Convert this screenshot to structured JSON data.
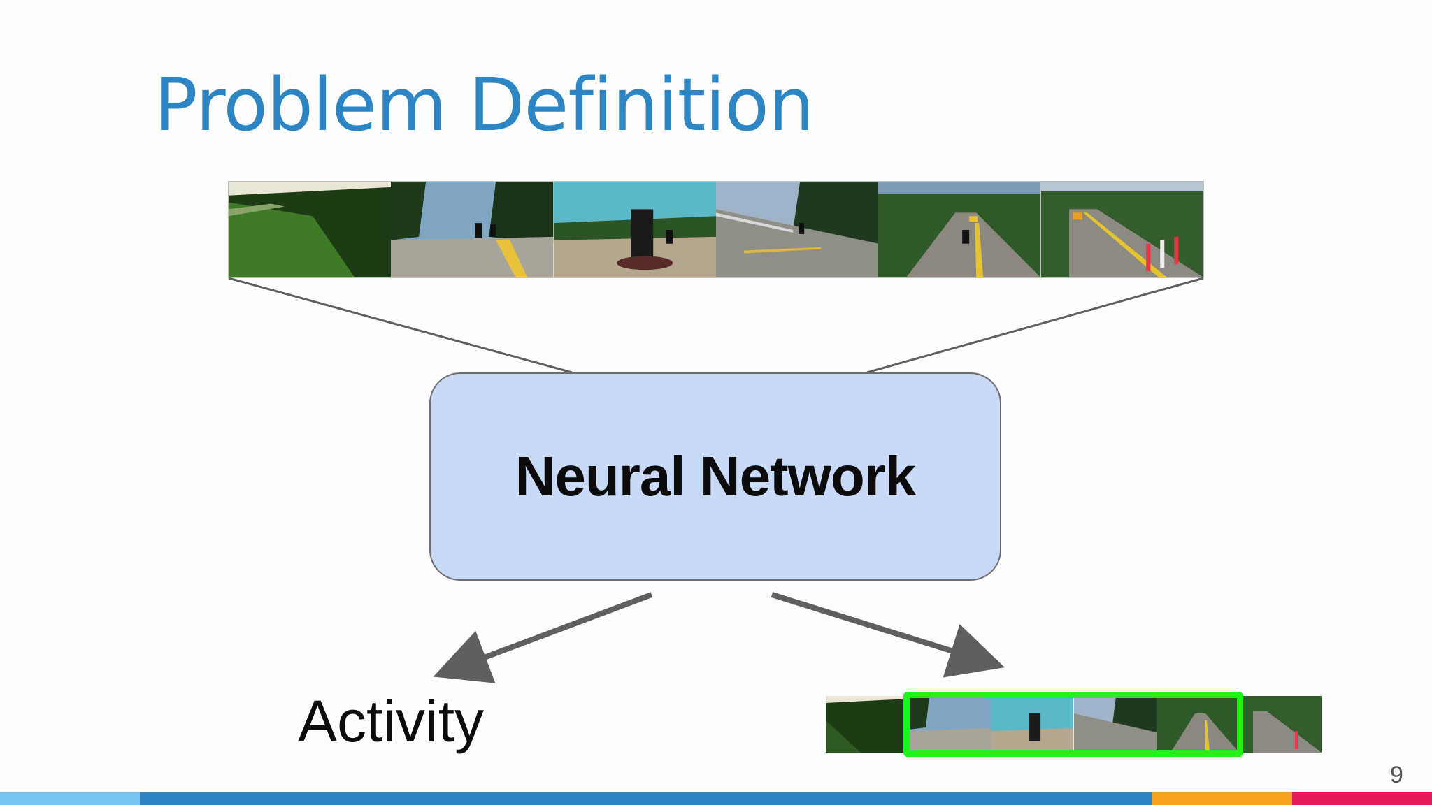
{
  "slide": {
    "title": "Problem Definition",
    "page_number": "9"
  },
  "diagram": {
    "box_label": "Neural Network",
    "left_output_label": "Activity",
    "input_strip_icon": "video-frames-strip",
    "output_strip_icon": "video-frames-strip-highlighted"
  },
  "colors": {
    "title": "#2d86c3",
    "box_fill": "#c9d9f8",
    "highlight": "#22f21a",
    "arrow": "#5f5f5f",
    "bar_light_blue": "#76c5f5",
    "bar_blue": "#2f86c4",
    "bar_orange": "#f7a11e",
    "bar_pink": "#e51a5a"
  }
}
